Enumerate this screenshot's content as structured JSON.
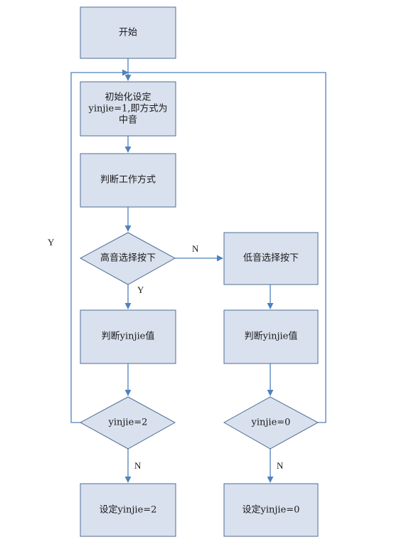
{
  "nodes": {
    "start": {
      "lines": [
        "开始"
      ]
    },
    "init": {
      "lines": [
        "初始化设定",
        "yinjie=1,即方式为",
        "中音"
      ]
    },
    "judge_mode": {
      "lines": [
        "判断工作方式"
      ]
    },
    "high_pressed": {
      "lines": [
        "高音选择按下"
      ]
    },
    "low_pressed": {
      "lines": [
        "低音选择按下"
      ]
    },
    "judge_left": {
      "lines": [
        "判断yinjie值"
      ]
    },
    "judge_right": {
      "lines": [
        "判断yinjie值"
      ]
    },
    "cond_left": {
      "lines": [
        "yinjie=2"
      ]
    },
    "cond_right": {
      "lines": [
        "yinjie=0"
      ]
    },
    "set_left": {
      "lines": [
        "设定yinjie=2"
      ]
    },
    "set_right": {
      "lines": [
        "设定yinjie=0"
      ]
    }
  },
  "edge_labels": {
    "high_no": "N",
    "high_yes": "Y",
    "cond_left_yes": "Y",
    "cond_left_no": "N",
    "cond_right_no": "N"
  },
  "colors": {
    "box_fill": "#d9e1ee",
    "box_stroke": "#4f6d96",
    "line": "#4f81bd"
  }
}
